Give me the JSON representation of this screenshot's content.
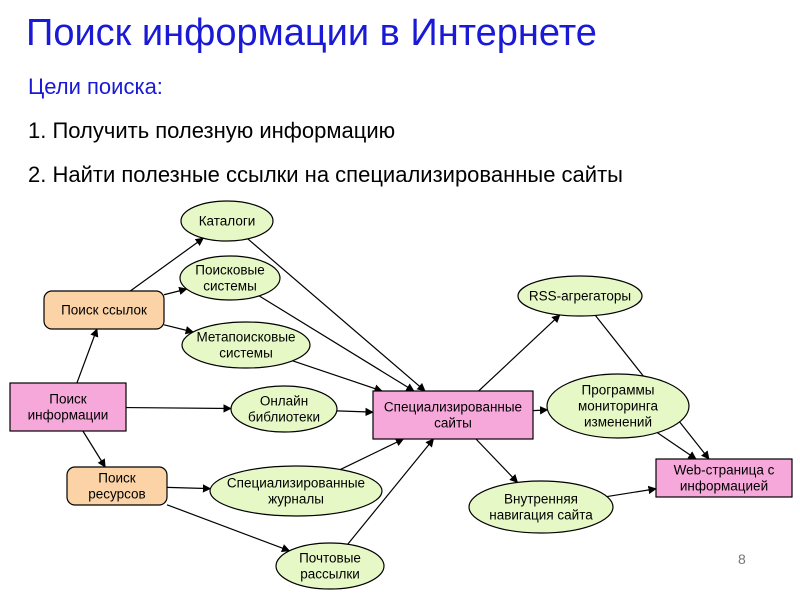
{
  "slide": {
    "title": "Поиск информации в Интернете",
    "subtitle": "Цели поиска:",
    "goals": [
      "1. Получить полезную информацию",
      "2. Найти полезные ссылки на специализированные сайты"
    ],
    "page_number": "8"
  },
  "colors": {
    "title": "#1a1ad6",
    "ellipse_fill": "#e6f8c6",
    "pink_fill": "#f7a8da",
    "orange_fill": "#fbd3a6",
    "stroke": "#000000"
  },
  "diagram": {
    "nodes": [
      {
        "id": "katalogi",
        "shape": "ellipse",
        "lines": [
          "Каталоги"
        ]
      },
      {
        "id": "poiskovye",
        "shape": "ellipse",
        "lines": [
          "Поисковые",
          "системы"
        ]
      },
      {
        "id": "meta",
        "shape": "ellipse",
        "lines": [
          "Метапоисковые",
          "системы"
        ]
      },
      {
        "id": "online",
        "shape": "ellipse",
        "lines": [
          "Онлайн",
          "библиотеки"
        ]
      },
      {
        "id": "journals",
        "shape": "ellipse",
        "lines": [
          "Специализированные",
          "журналы"
        ]
      },
      {
        "id": "mail",
        "shape": "ellipse",
        "lines": [
          "Почтовые",
          "рассылки"
        ]
      },
      {
        "id": "rss",
        "shape": "ellipse",
        "lines": [
          "RSS-агрегаторы"
        ]
      },
      {
        "id": "monitor",
        "shape": "ellipse",
        "lines": [
          "Программы",
          "мониторинга",
          "изменений"
        ]
      },
      {
        "id": "nav",
        "shape": "ellipse",
        "lines": [
          "Внутренняя",
          "навигация сайта"
        ]
      },
      {
        "id": "poisk_ssylok",
        "shape": "orange-box",
        "lines": [
          "Поиск ссылок"
        ]
      },
      {
        "id": "poisk_info",
        "shape": "pink-box",
        "lines": [
          "Поиск",
          "информации"
        ]
      },
      {
        "id": "poisk_res",
        "shape": "orange-box",
        "lines": [
          "Поиск",
          "ресурсов"
        ]
      },
      {
        "id": "spec_sites",
        "shape": "pink-box",
        "lines": [
          "Специализированные",
          "сайты"
        ]
      },
      {
        "id": "webpage",
        "shape": "pink-box",
        "lines": [
          "Web-страница с",
          "информацией"
        ]
      }
    ],
    "edges": [
      [
        "poisk_info",
        "poisk_ssylok"
      ],
      [
        "poisk_info",
        "online"
      ],
      [
        "poisk_info",
        "poisk_res"
      ],
      [
        "poisk_ssylok",
        "katalogi"
      ],
      [
        "poisk_ssylok",
        "poiskovye"
      ],
      [
        "poisk_ssylok",
        "meta"
      ],
      [
        "poisk_res",
        "journals"
      ],
      [
        "poisk_res",
        "mail"
      ],
      [
        "katalogi",
        "spec_sites"
      ],
      [
        "poiskovye",
        "spec_sites"
      ],
      [
        "meta",
        "spec_sites"
      ],
      [
        "online",
        "spec_sites"
      ],
      [
        "journals",
        "spec_sites"
      ],
      [
        "mail",
        "spec_sites"
      ],
      [
        "spec_sites",
        "rss"
      ],
      [
        "spec_sites",
        "monitor"
      ],
      [
        "spec_sites",
        "nav"
      ],
      [
        "rss",
        "webpage"
      ],
      [
        "monitor",
        "webpage"
      ],
      [
        "nav",
        "webpage"
      ]
    ]
  }
}
